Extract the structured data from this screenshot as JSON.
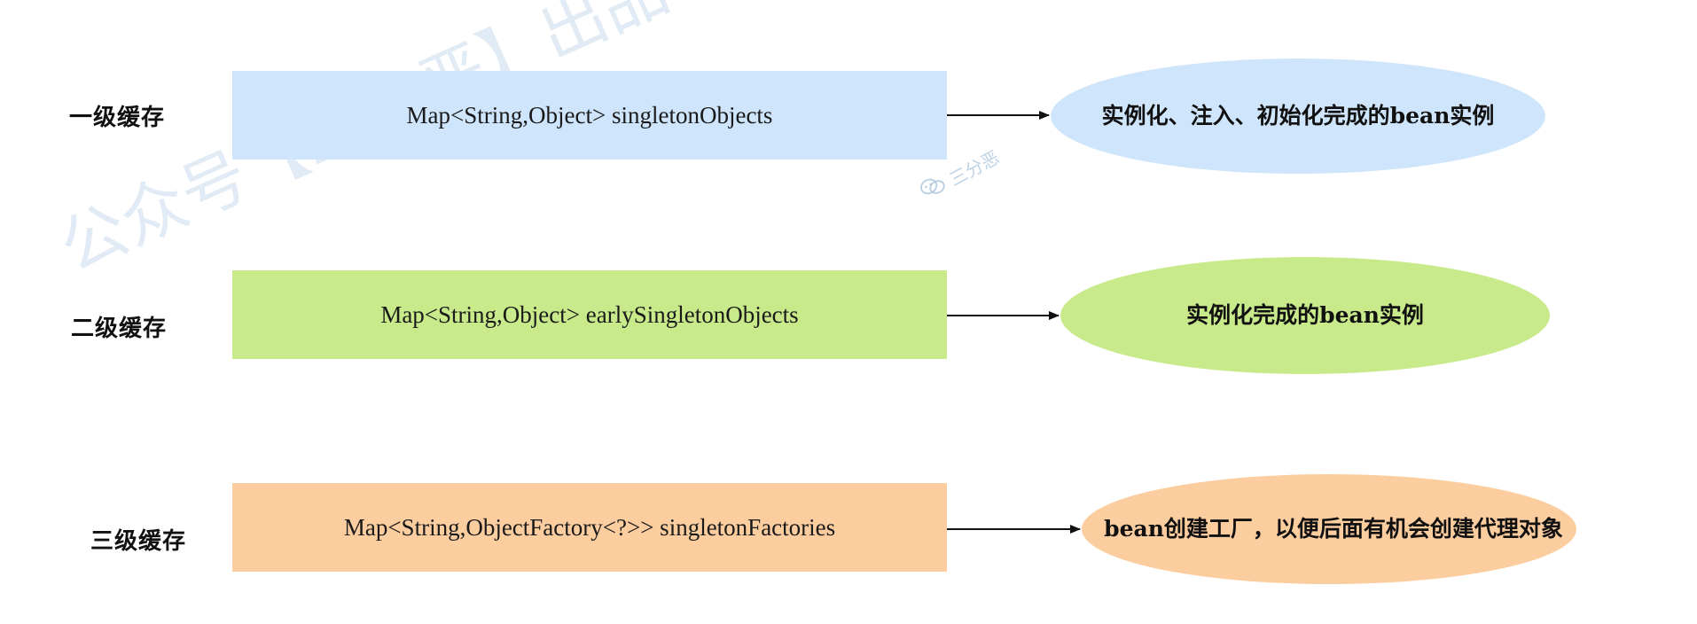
{
  "levels": [
    {
      "label": "一级缓存",
      "map": "Map<String,Object> singletonObjects",
      "description": "实例化、注入、初始化完成的bean实例",
      "color": "#cfe5fb"
    },
    {
      "label": "二级缓存",
      "map": "Map<String,Object> earlySingletonObjects",
      "description": "实例化完成的bean实例",
      "color": "#c8ea8a"
    },
    {
      "label": "三级缓存",
      "map": "Map<String,ObjectFactory<?>> singletonFactories",
      "description": "bean创建工厂，以便后面有机会创建代理对象",
      "color": "#fccd9f"
    }
  ],
  "watermark": {
    "main": "公众号【三分恶】出品",
    "small": "三分恶",
    "small_icon": "wechat-icon"
  }
}
